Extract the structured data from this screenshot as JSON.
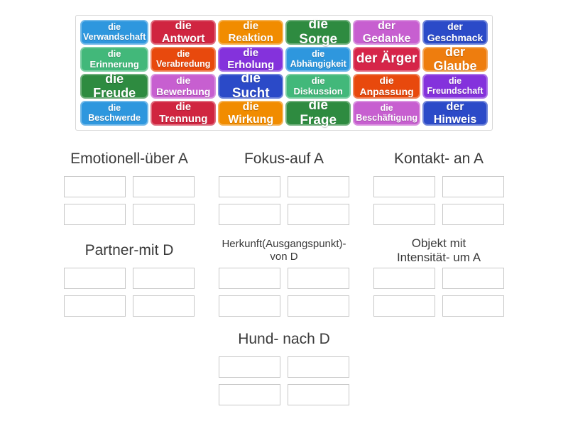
{
  "ui_colors": {
    "page_background": "#ffffff",
    "bank_border": "#d6d6d6",
    "slot_border": "#c8c8c8",
    "heading_text": "#3a3a3a",
    "tile_text": "#ffffff"
  },
  "word_bank": {
    "tiles": [
      {
        "label": "die\nVerwandschaft",
        "color": "#2e97de"
      },
      {
        "label": "die Antwort",
        "color": "#d02540"
      },
      {
        "label": "die Reaktion",
        "color": "#f18c00"
      },
      {
        "label": "die Sorge",
        "color": "#2e8b40"
      },
      {
        "label": "der Gedanke",
        "color": "#c75fd0"
      },
      {
        "label": "der Geschmack",
        "color": "#2b4ac8"
      },
      {
        "label": "die Erinnerung",
        "color": "#42b87a"
      },
      {
        "label": "die\nVerabredung",
        "color": "#e8490d"
      },
      {
        "label": "die Erholung",
        "color": "#8432dc"
      },
      {
        "label": "die\nAbhängigkeit",
        "color": "#2e97de"
      },
      {
        "label": "der Ärger",
        "color": "#d62549"
      },
      {
        "label": "der Glaube",
        "color": "#ee7d0e"
      },
      {
        "label": "die Freude",
        "color": "#2e8b40"
      },
      {
        "label": "die Bewerbung",
        "color": "#c75fd0"
      },
      {
        "label": "die Sucht",
        "color": "#2b4ac8"
      },
      {
        "label": "die Diskussion",
        "color": "#42b87a"
      },
      {
        "label": "die Anpassung",
        "color": "#e8490d"
      },
      {
        "label": "die\nFreundschaft",
        "color": "#8432dc"
      },
      {
        "label": "die\nBeschwerde",
        "color": "#2e97de"
      },
      {
        "label": "die Trennung",
        "color": "#d02540"
      },
      {
        "label": "die Wirkung",
        "color": "#f18c00"
      },
      {
        "label": "die Frage",
        "color": "#2e8b40"
      },
      {
        "label": "die\nBeschäftigung",
        "color": "#c75fd0"
      },
      {
        "label": "der Hinweis",
        "color": "#2b4ac8"
      }
    ]
  },
  "groups": [
    {
      "label": "Emotionell-über A",
      "slot_count": 4
    },
    {
      "label": "Fokus-auf A",
      "slot_count": 4
    },
    {
      "label": "Kontakt- an A",
      "slot_count": 4
    },
    {
      "label": "Partner-mit D",
      "slot_count": 4
    },
    {
      "label": "Herkunft(Ausgangspunkt)-\nvon D",
      "slot_count": 4
    },
    {
      "label": "Objekt mit\nIntensität- um A",
      "slot_count": 4
    },
    {
      "label": "Hund- nach D",
      "slot_count": 4
    }
  ],
  "layout_rows": [
    [
      0,
      1,
      2
    ],
    [
      3,
      4,
      5
    ],
    [
      6
    ]
  ]
}
